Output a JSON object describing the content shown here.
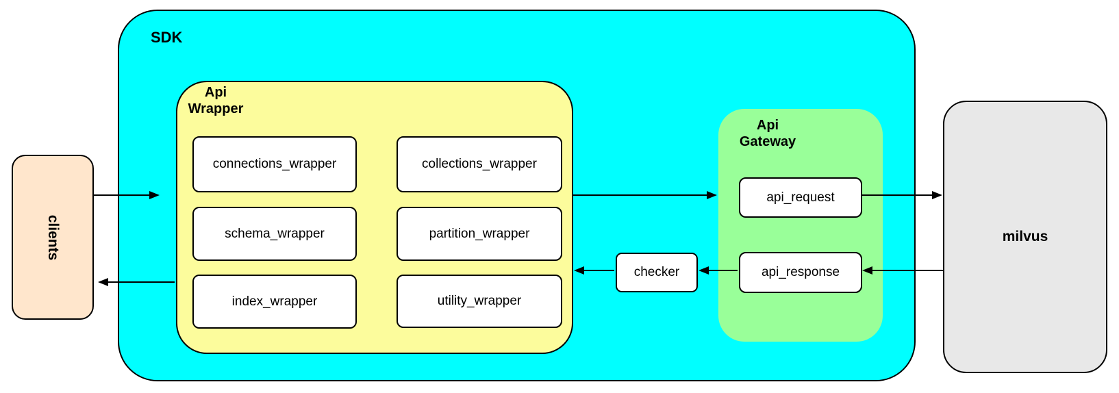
{
  "diagram": {
    "sdk": {
      "label": "SDK"
    },
    "clients": {
      "label": "clients"
    },
    "api_wrapper": {
      "label": [
        "Api",
        "Wrapper"
      ],
      "boxes": [
        "connections_wrapper",
        "collections_wrapper",
        "schema_wrapper",
        "partition_wrapper",
        "index_wrapper",
        "utility_wrapper"
      ]
    },
    "api_gateway": {
      "label": [
        "Api",
        "Gateway"
      ],
      "boxes": [
        "api_request",
        "api_response"
      ]
    },
    "checker": {
      "label": "checker"
    },
    "milvus": {
      "label": "milvus"
    },
    "colors": {
      "sdk_fill": "#00FFFF",
      "api_wrapper_fill": "#FCFC9C",
      "api_gateway_fill": "#99FF99",
      "clients_fill": "#FFE6CC",
      "milvus_fill": "#E8E8E8",
      "box_fill": "#FFFFFF",
      "stroke": "#000000"
    },
    "connections": [
      {
        "from": "clients",
        "to": "api_wrapper"
      },
      {
        "from": "api_wrapper",
        "to": "clients"
      },
      {
        "from": "api_wrapper",
        "to": "api_gateway"
      },
      {
        "from": "api_response",
        "to": "checker"
      },
      {
        "from": "checker",
        "to": "api_wrapper"
      },
      {
        "from": "api_request",
        "to": "milvus"
      },
      {
        "from": "milvus",
        "to": "api_response"
      }
    ]
  }
}
